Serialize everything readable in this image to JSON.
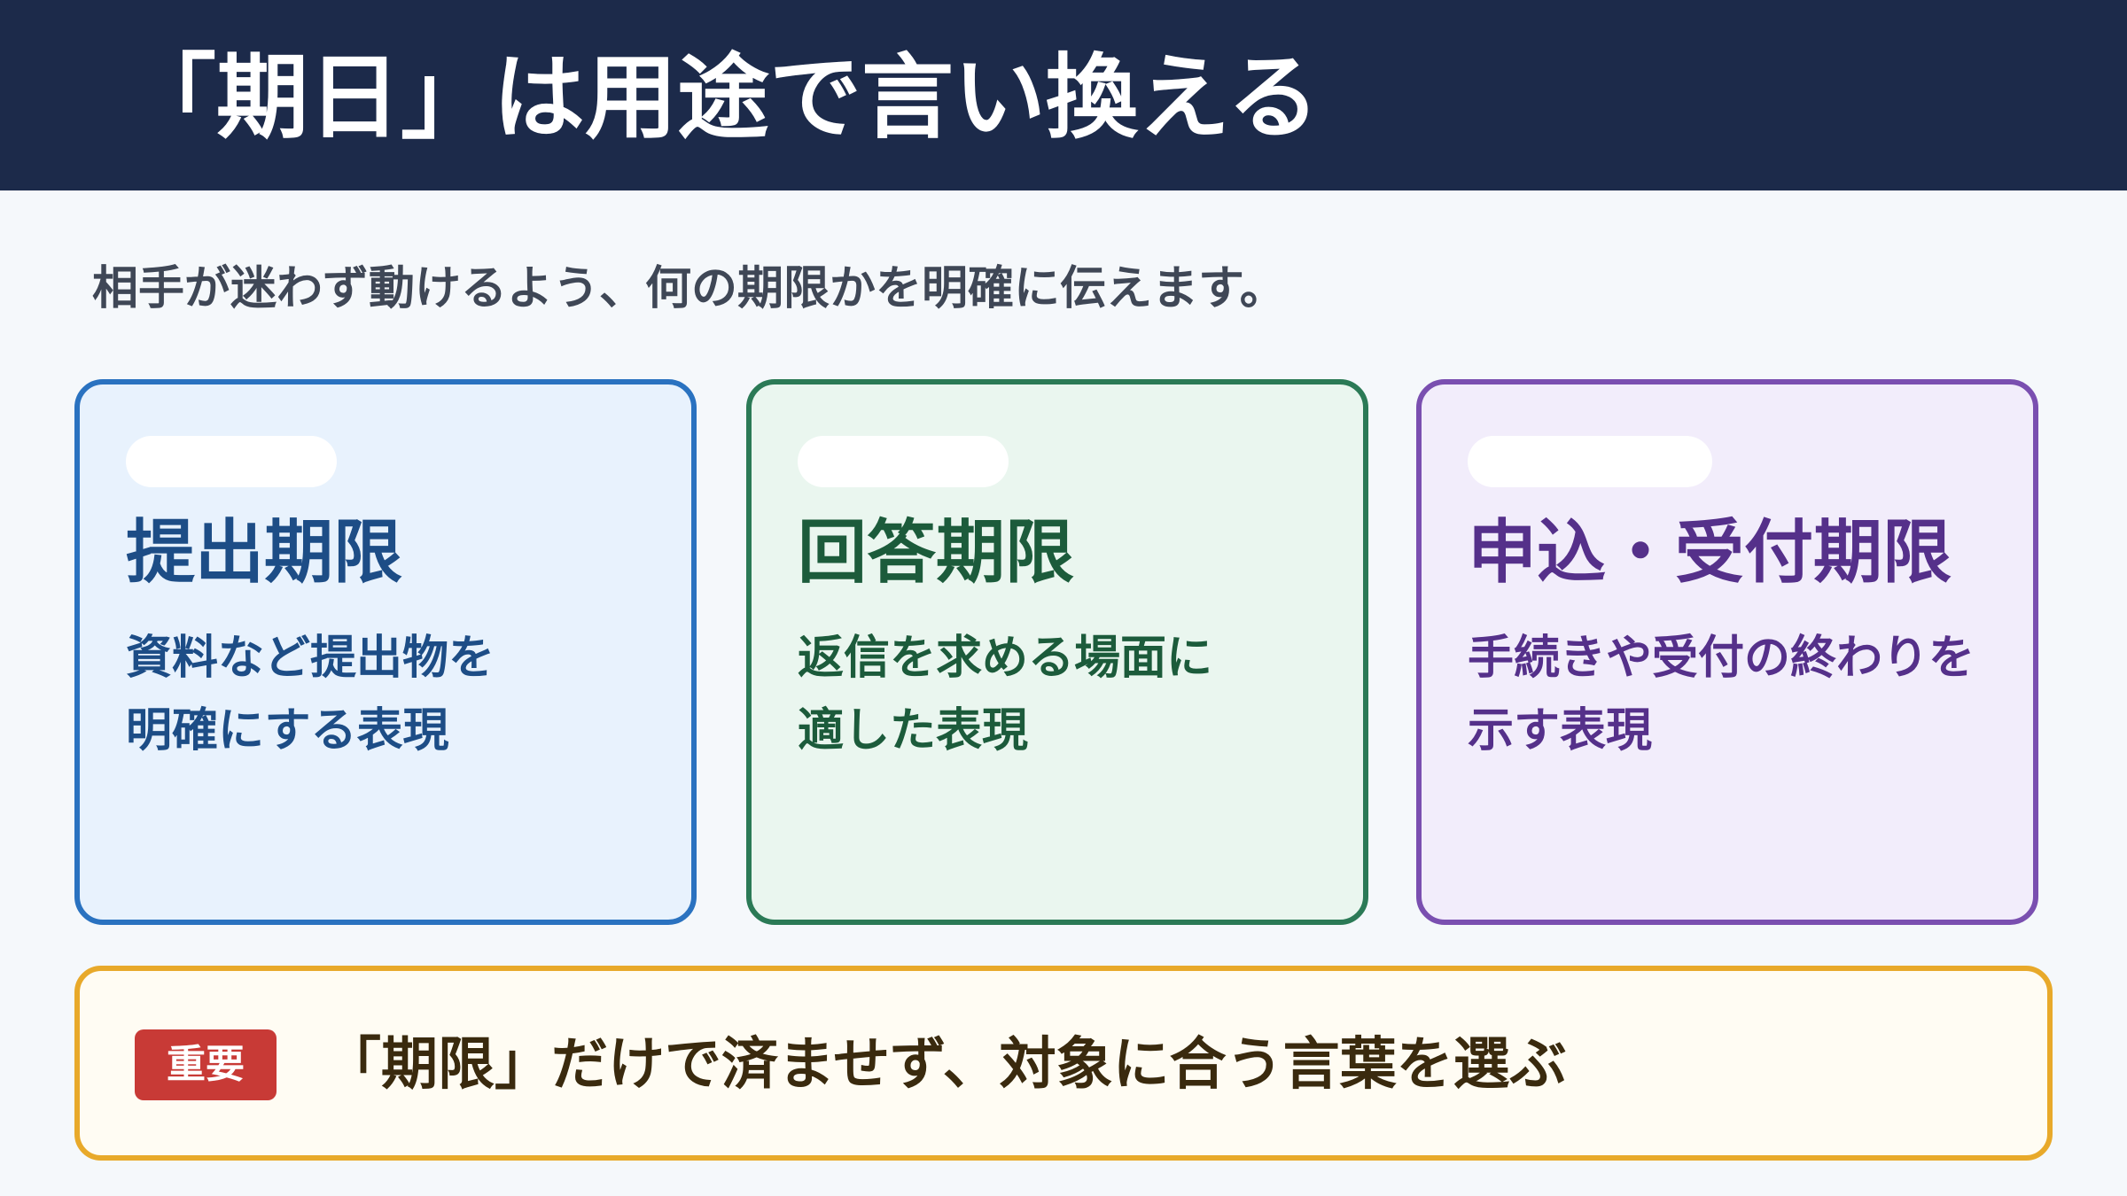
{
  "header": {
    "title": "「期日」は用途で言い換える"
  },
  "subtitle": "相手が迷わず動けるよう、何の期限かを明確に伝えます。",
  "cards": [
    {
      "title": "提出期限",
      "desc_lines": [
        "資料など提出物を",
        "明確にする表現"
      ]
    },
    {
      "title": "回答期限",
      "desc_lines": [
        "返信を求める場面に",
        "適した表現"
      ]
    },
    {
      "title": "申込・受付期限",
      "desc_lines": [
        "手続きや受付の終わりを",
        "示す表現"
      ]
    }
  ],
  "note": {
    "badge": "重要",
    "text": "「期限」だけで済ませず、対象に合う言葉を選ぶ"
  },
  "colors": {
    "header_bg": "#1c2a4a",
    "blue_accent": "#2a72c0",
    "green_accent": "#2b7a56",
    "purple_accent": "#7a4fb0",
    "note_border": "#e8a92a",
    "badge_bg": "#c83a36"
  }
}
